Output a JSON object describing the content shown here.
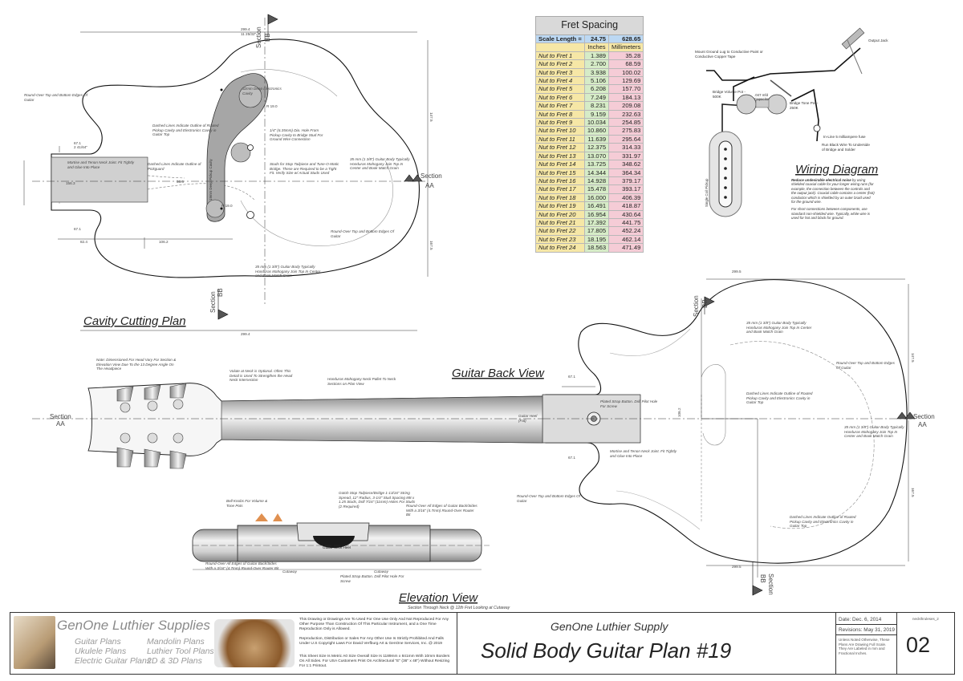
{
  "fret_table": {
    "title": "Fret Spacing",
    "scale_label": "Scale Length =",
    "scale_in": "24.75",
    "scale_mm": "628.65",
    "col_inches": "Inches",
    "col_mm": "Millimeters",
    "rows": [
      {
        "label": "Nut to Fret 1",
        "in": "1.389",
        "mm": "35.28"
      },
      {
        "label": "Nut to Fret 2",
        "in": "2.700",
        "mm": "68.59"
      },
      {
        "label": "Nut to Fret 3",
        "in": "3.938",
        "mm": "100.02"
      },
      {
        "label": "Nut to Fret 4",
        "in": "5.106",
        "mm": "129.69"
      },
      {
        "label": "Nut to Fret 5",
        "in": "6.208",
        "mm": "157.70"
      },
      {
        "label": "Nut to Fret 6",
        "in": "7.249",
        "mm": "184.13"
      },
      {
        "label": "Nut to Fret 7",
        "in": "8.231",
        "mm": "209.08"
      },
      {
        "label": "Nut to Fret 8",
        "in": "9.159",
        "mm": "232.63"
      },
      {
        "label": "Nut to Fret 9",
        "in": "10.034",
        "mm": "254.85"
      },
      {
        "label": "Nut to Fret 10",
        "in": "10.860",
        "mm": "275.83"
      },
      {
        "label": "Nut to Fret 11",
        "in": "11.639",
        "mm": "295.64"
      },
      {
        "label": "Nut to Fret 12",
        "in": "12.375",
        "mm": "314.33"
      },
      {
        "label": "Nut to Fret 13",
        "in": "13.070",
        "mm": "331.97"
      },
      {
        "label": "Nut to Fret 14",
        "in": "13.725",
        "mm": "348.62"
      },
      {
        "label": "Nut to Fret 15",
        "in": "14.344",
        "mm": "364.34"
      },
      {
        "label": "Nut to Fret 16",
        "in": "14.928",
        "mm": "379.17"
      },
      {
        "label": "Nut to Fret 17",
        "in": "15.478",
        "mm": "393.17"
      },
      {
        "label": "Nut to Fret 18",
        "in": "16.000",
        "mm": "406.39"
      },
      {
        "label": "Nut to Fret 19",
        "in": "16.491",
        "mm": "418.87"
      },
      {
        "label": "Nut to Fret 20",
        "in": "16.954",
        "mm": "430.64"
      },
      {
        "label": "Nut to Fret 21",
        "in": "17.392",
        "mm": "441.75"
      },
      {
        "label": "Nut to Fret 22",
        "in": "17.805",
        "mm": "452.24"
      },
      {
        "label": "Nut to Fret 23",
        "in": "18.195",
        "mm": "462.14"
      },
      {
        "label": "Nut to Fret 24",
        "in": "18.563",
        "mm": "471.49"
      }
    ]
  },
  "views": {
    "cavity": "Cavity Cutting Plan",
    "back": "Guitar Back View",
    "elevation": "Elevation View",
    "elevation_sub": "Section Through Neck @ 12th Fret Looking at Cutaway",
    "wiring": "Wiring Diagram"
  },
  "section_marks": {
    "section": "Section",
    "aa": "AA",
    "bb": "BB"
  },
  "dims": {
    "body_width": "299.4",
    "body_width_in": "11 25/32\"",
    "half_width_a": "67.1",
    "half_width_in": "2 41/64\"",
    "cavity_depth": "82.4",
    "neck_pocket": "156.3",
    "r1": "R 19.0",
    "r2": "R 19.0",
    "length_top": "147.5",
    "length_bottom": "167.5",
    "mid": "106.2",
    "neck_w": "56.6",
    "back_width": "299.5"
  },
  "notes": {
    "roundover_top": "Round-Over Top and Bottom Edges Of Guitar",
    "dashed_pickup": "Dashed Lines Indicate Outline of Routed Pickup Cavity and Electronics Cavity in Guitar Top",
    "electronics_cavity": "32mm Deep Electronics Cavity",
    "drill_hole": "1/4\" (6.35mm) Dia. Hole From Pickup Cavity to Bridge Stud For Ground Wire Connection",
    "studs": "Studs for Stop Tailpiece and Tune-O-Matic Bridge. These are Required to be a Tight Fit. Verify Size w/ Actual Studs Used",
    "mortise": "Mortise and Tenon Neck Joint. Fit Tightly and Glue Into Place",
    "pickguard": "Dashed Lines Indicate Outline of Pickguard",
    "body_35mm": "35 mm (1 3/8\") Guitar Body Typically Honduras Mahogany Join Top In Center and Book Match Grain",
    "pickup_cavity": "19mm Deep Pickup Cavity",
    "headstock_note": "Note: Dimensioned For Head Vary For Section & Elevation View Due To the 13 Degree Angle On The Headpiece",
    "volute": "Volute at Neck is Optional. Often This Detail is Used To Strengthen the Head Neck Intersection",
    "neck_rail": "Honduras Mahogany Neck Pallet To Neck Sections on Plan View",
    "strap_button": "Plated Strap Button. Drill Pilot Hole For Screw",
    "guitar_heel": "Guitar Heel (Fat)",
    "bell_knobs": "Bell Knobs For Volume & Tone Pots",
    "tailpiece": "Gotoh Stop Tailpiece/Bridge 1-13/16\" String Spread, 12\" Radius, 3-1/4\" Stud Spacing M8 x 1.25 Studs, Drill 7/16\" (11mm) Holes For Studs (2 Required)",
    "roundover_elev": "Round-Over All Edges of Guitar Back/Sides With a 3/16\" (4.7mm) Round-Over Router Bit",
    "roundover_elev2": "Round-Over All Edges of Guitar Back/Sides With a 3/16\" (4.7mm) Round-Over Router Bit",
    "cutaway": "Cutaway",
    "plated_strap2": "Plated Strap Button. Drill Pilot Hole For Screw",
    "guitar_neck_heel": "Guitar Neck Heel"
  },
  "wiring": {
    "mount_ground": "Mount Ground Lug to Conductive Paint or Conductive Copper Tape",
    "output_jack": "Output Jack",
    "bridge_volume": "Bridge Volume Pot - 500K",
    "capacitor": ".047 mfd Capacitor",
    "bridge_tone": "Bridge Tone Pot - 250K",
    "inline": "In-Line 5 milliampere fuse",
    "run_black": "Run Black Wire To Underside of Bridge and Solder",
    "pickup_label": "Single Coil Pickup",
    "note1_bold": "Reduce undesirable electrical noise",
    "note1": "by using shielded coaxial cable for your longer wiring runs (for example, the connection between the controls and the output jack). Coaxial cable contains a center (hot) conductor which is shielded by an outer braid used for the ground wire.",
    "note2": "For short connections between components, use standard non-shielded wire. Typically, white wire is used for hot and black for ground."
  },
  "titleblock": {
    "brand": "GenOne Luthier Supplies",
    "list_left": [
      "Guitar Plans",
      "Ukulele Plans",
      "Electric Guitar Plans"
    ],
    "list_right": [
      "Mandolin Plans",
      "Luthier Tool Plans",
      "2D & 3D Plans"
    ],
    "legal1": "This Drawing or Drawings Are To Used For One Use Only And Not Reproduced For Any Other Purpose Than Construction Of This Particular Instrument, and a One Time Reproduction Only is Allowed.",
    "legal2": "Reproduction, Distribution or Sales For Any Other Use Is Strictly Prohibited And Falls Under U.S Copyright Laws For David Verfburg Art & GenOne Services, Inc. @ 2019",
    "legal3": "This Sheet Size Is Metric A0 Size Overall Size Is 1189mm x 841mm With 10mm Borders On All Sides. For USA Customers Print On Architectural \"E\" (36\" x 48\") Without Resizing For 1:1 Printout.",
    "company": "GenOne Luthier Supply",
    "plan_title": "Solid Body Guitar Plan #19",
    "date": "Date: Dec. 6, 2014",
    "revisions": "Revisions: May 31, 2019",
    "scale_note": "Unless Noted Otherwise, These Plans Are Drawing Full Scale. They Are Labeled in mm and Fractional Inches.",
    "sheet_ref": "neckthruleses_2",
    "sheet_no": "02"
  }
}
